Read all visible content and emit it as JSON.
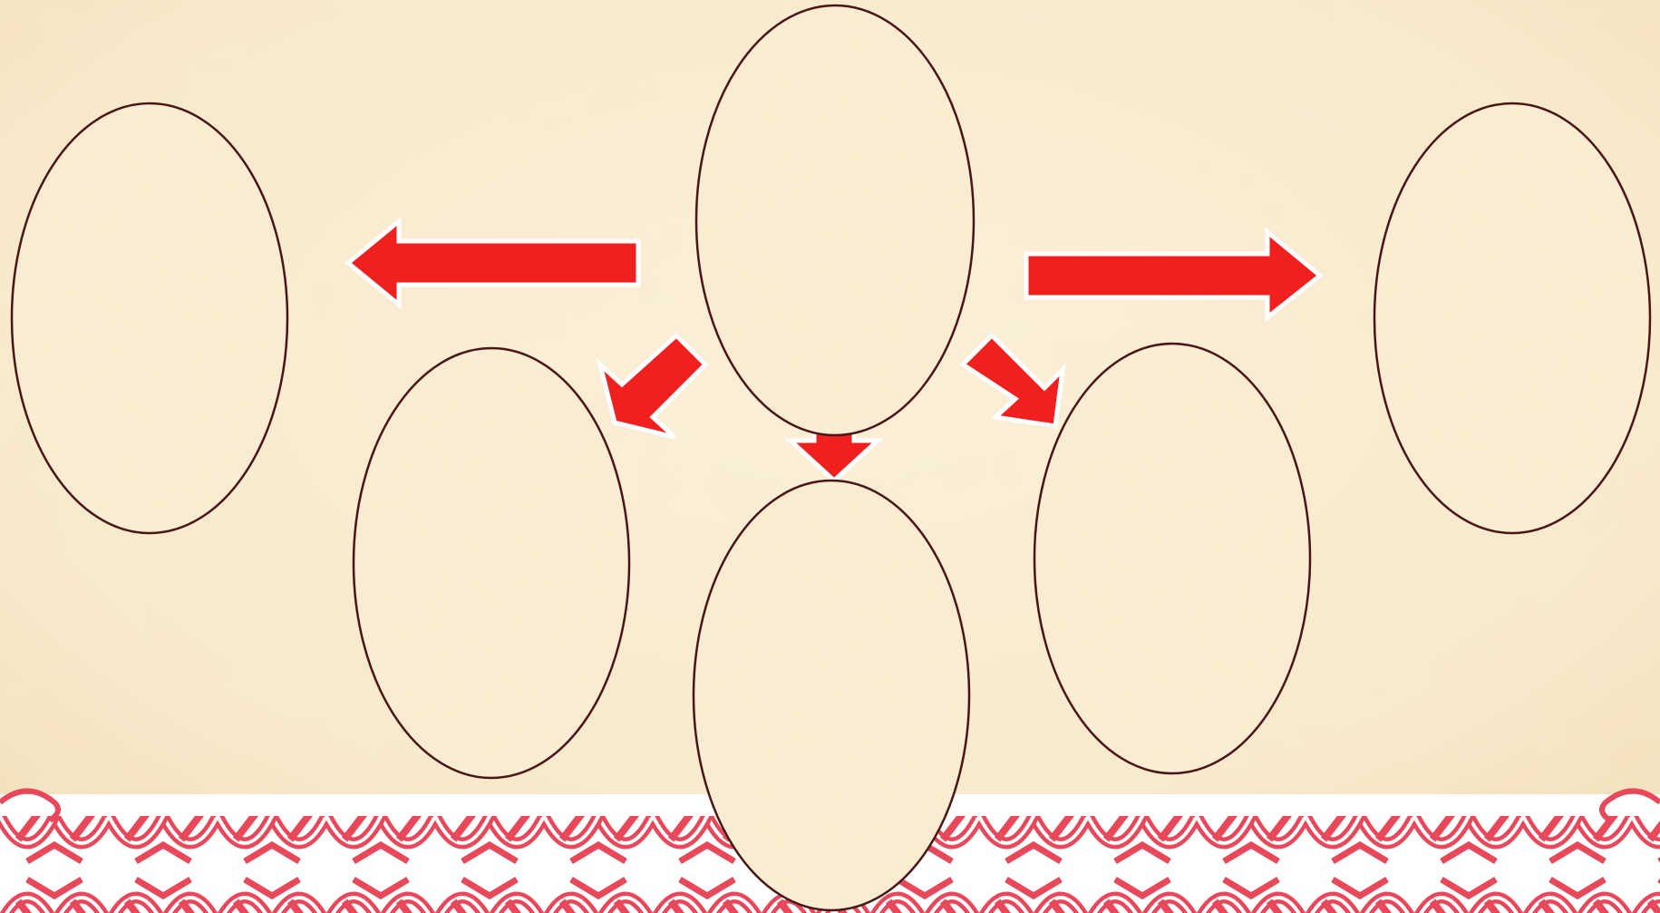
{
  "diagram": {
    "type": "radial-mind-map",
    "node_count": 7,
    "arrow_count": 5,
    "center_node": {
      "text": ""
    },
    "nodes": [
      {
        "id": "left-far",
        "text": ""
      },
      {
        "id": "right-far",
        "text": ""
      },
      {
        "id": "lower-left",
        "text": ""
      },
      {
        "id": "bottom-center",
        "text": ""
      },
      {
        "id": "lower-right",
        "text": ""
      }
    ]
  },
  "colors": {
    "parchment": "#f9ecd0",
    "parchment_edge": "#f3dfb6",
    "node_fill": "#fbedd3",
    "node_border": "#4a1515",
    "arrow_fill": "#f21f1f",
    "arrow_border": "#ffffff",
    "ornament_red": "#e8485a",
    "ornament_band": "#ffffff"
  },
  "decoration": {
    "bottom_border": "celtic-knot-ornament"
  }
}
